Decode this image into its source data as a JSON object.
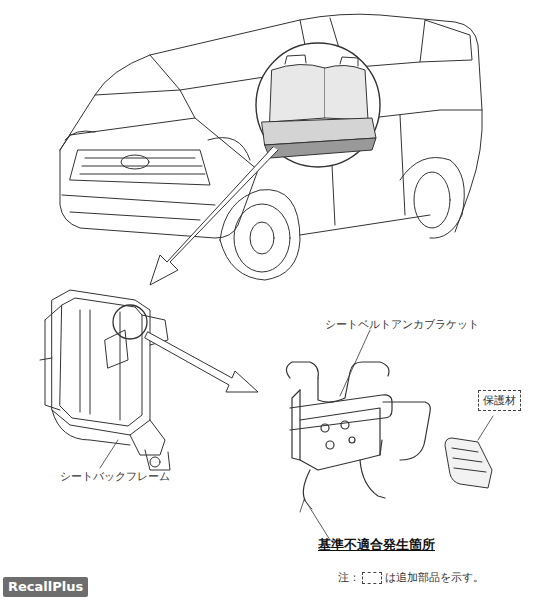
{
  "diagram": {
    "nodes": [
      {
        "text": [
          "保護材"
        ]
      }
    ],
    "labels": [
      "シートベルトアンカブラケット",
      "シートバックフレーム",
      "基準不適合発生箇所",
      "注：",
      "は追加部品を示す。",
      "RecallPlus"
    ]
  }
}
